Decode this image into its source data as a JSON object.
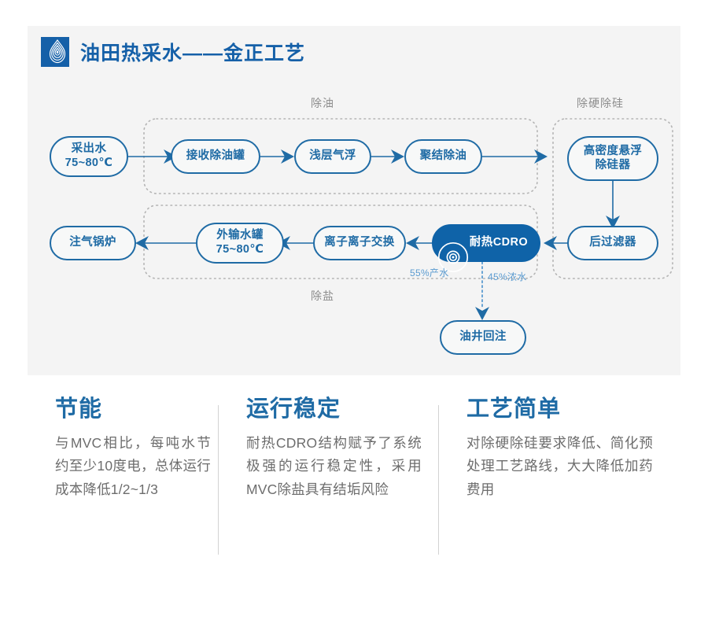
{
  "header": {
    "logo_icon": "water-drop-ripple-logo",
    "title": "油田热采水——金正工艺"
  },
  "diagram": {
    "groups": [
      {
        "id": "deoiling",
        "label": "除油"
      },
      {
        "id": "hardness",
        "label": "除硬除硅"
      },
      {
        "id": "desalting",
        "label": "除盐"
      }
    ],
    "nodes": [
      {
        "id": "produced-water",
        "label": "采出水\n75~80℃"
      },
      {
        "id": "receiving-tank",
        "label": "接收除油罐"
      },
      {
        "id": "shallow-flotation",
        "label": "浅层气浮"
      },
      {
        "id": "coalescing",
        "label": "聚结除油"
      },
      {
        "id": "desilication",
        "label": "高密度悬浮\n除硅器"
      },
      {
        "id": "post-filter",
        "label": "后过滤器"
      },
      {
        "id": "cdro",
        "label": "耐热CDRO",
        "icon": "concentric-ring-icon"
      },
      {
        "id": "ion-exchange",
        "label": "离子离子交换"
      },
      {
        "id": "export-tank",
        "label": "外输水罐\n75~80℃"
      },
      {
        "id": "steam-boiler",
        "label": "注气锅炉"
      },
      {
        "id": "well-reinjection",
        "label": "油井回注"
      }
    ],
    "flow_notes": [
      {
        "id": "permeate",
        "label": "55%产水"
      },
      {
        "id": "concentrate",
        "label": "45%浓水"
      }
    ],
    "colors": {
      "accent": "#1f6ba5",
      "filled_node": "#0f63a8",
      "note": "#5b9bd0",
      "group_label": "#8d8d8d",
      "panel_bg": "#f4f4f4"
    }
  },
  "features": [
    {
      "id": "energy-saving",
      "title": "节能",
      "body": "与MVC相比，每吨水节约至少10度电，总体运行成本降低1/2~1/3"
    },
    {
      "id": "stable-operation",
      "title": "运行稳定",
      "body": "耐热CDRO结构赋予了系统极强的运行稳定性，采用MVC除盐具有结垢风险"
    },
    {
      "id": "simple-process",
      "title": "工艺简单",
      "body": "对除硬除硅要求降低、简化预处理工艺路线，大大降低加药费用"
    }
  ]
}
